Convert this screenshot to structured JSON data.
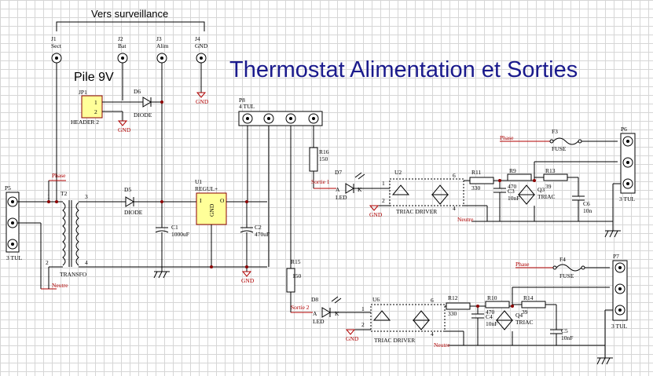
{
  "title": "Thermostat  Alimentation et Sorties",
  "surveillance_label": "Vers surveillance",
  "pile_label": "Pile 9V",
  "jacks": [
    {
      "ref": "J1",
      "name": "Sect"
    },
    {
      "ref": "J2",
      "name": "Bat"
    },
    {
      "ref": "J3",
      "name": "Alim"
    },
    {
      "ref": "J4",
      "name": "GND"
    }
  ],
  "gnd": "GND",
  "jp1": {
    "ref": "JP1",
    "value": "HEADER 2",
    "p1": "1",
    "p2": "2"
  },
  "d6": {
    "ref": "D6",
    "value": "DIODE"
  },
  "d5": {
    "ref": "D5",
    "value": "DIODE"
  },
  "p5": {
    "ref": "P5",
    "value": "3 TUL"
  },
  "p6": {
    "ref": "P6",
    "value": "3 TUL"
  },
  "p7": {
    "ref": "P7",
    "value": "3 TUL"
  },
  "p8": {
    "ref": "P8",
    "value": "4 TUL"
  },
  "t2": {
    "ref": "T2",
    "value": "TRANSFO"
  },
  "u1": {
    "ref": "U1",
    "value": "REGUL+",
    "i": "I",
    "o": "O",
    "gnd": "GND"
  },
  "c1": {
    "ref": "C1",
    "value": "1000uF"
  },
  "c2": {
    "ref": "C2",
    "value": "470uF"
  },
  "r16": {
    "ref": "R16",
    "value": "150"
  },
  "r15": {
    "ref": "R15",
    "value": "150"
  },
  "d7": {
    "ref": "D7",
    "value": "LED",
    "a": "A",
    "k": "K"
  },
  "d8": {
    "ref": "D8",
    "value": "LED",
    "a": "A",
    "k": "K"
  },
  "u2": {
    "ref": "U2",
    "value": "TRIAC DRIVER"
  },
  "u6": {
    "ref": "U6",
    "value": "TRIAC DRIVER"
  },
  "r11": {
    "ref": "R11",
    "value": "330"
  },
  "r12": {
    "ref": "R12",
    "value": "330"
  },
  "r9": {
    "ref": "R9",
    "value": "470"
  },
  "r10": {
    "ref": "R10",
    "value": "470"
  },
  "r13": {
    "ref": "R13",
    "value": "39"
  },
  "r14": {
    "ref": "R14",
    "value": "39"
  },
  "c3": {
    "ref": "C3",
    "value": "10nF"
  },
  "c4": {
    "ref": "C4",
    "value": "10nF"
  },
  "c6": {
    "ref": "C6",
    "value": "10n"
  },
  "c5": {
    "ref": "C5",
    "value": "10nF"
  },
  "q3": {
    "ref": "Q3",
    "value": "TRIAC"
  },
  "q4": {
    "ref": "Q4",
    "value": "TRIAC"
  },
  "f3": {
    "ref": "F3",
    "value": "FUSE"
  },
  "f4": {
    "ref": "F4",
    "value": "FUSE"
  },
  "nets": {
    "phase": "Phase",
    "neutre": "Neutre",
    "sortie1": "Sortie 1",
    "sortie2": "Sortie 2"
  },
  "pins": {
    "p1": "1",
    "p2": "2",
    "p3": "3",
    "p4": "4",
    "p6": "6"
  },
  "colors": {
    "wire": "#000000",
    "net": "#b00000",
    "title": "#1a1a8c",
    "chip": "#ffff99",
    "grid": "#d6d6d6"
  }
}
